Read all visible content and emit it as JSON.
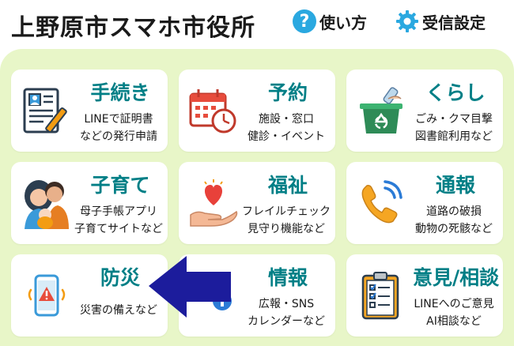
{
  "header": {
    "title": "上野原市スマホ市役所",
    "help_label": "使い方",
    "help_glyph": "?",
    "settings_label": "受信設定"
  },
  "tiles": [
    {
      "title": "手続き",
      "desc1": "LINEで証明書",
      "desc2": "などの発行申請",
      "icon": "document-pen-icon"
    },
    {
      "title": "予約",
      "desc1": "施設・窓口",
      "desc2": "健診・イベント",
      "icon": "calendar-clock-icon"
    },
    {
      "title": "くらし",
      "desc1": "ごみ・クマ目撃",
      "desc2": "図書館利用など",
      "icon": "recycle-bin-icon"
    },
    {
      "title": "子育て",
      "desc1": "母子手帳アプリ",
      "desc2": "子育てサイトなど",
      "icon": "parent-child-icon"
    },
    {
      "title": "福祉",
      "desc1": "フレイルチェック",
      "desc2": "見守り機能など",
      "icon": "heart-hand-icon"
    },
    {
      "title": "通報",
      "desc1": "道路の破損",
      "desc2": "動物の死骸など",
      "icon": "phone-call-icon"
    },
    {
      "title": "防災",
      "desc1": "災害の備えなど",
      "desc2": "",
      "icon": "phone-alert-icon"
    },
    {
      "title": "情報",
      "desc1": "広報・SNS",
      "desc2": "カレンダーなど",
      "icon": "info-icon"
    },
    {
      "title": "意見/相談",
      "desc1": "LINEへのご意見",
      "desc2": "AI相談など",
      "icon": "checklist-clipboard-icon"
    }
  ],
  "colors": {
    "accent_teal": "#007f86",
    "background_green": "#e8f6c8",
    "arrow_blue": "#1c1c9c",
    "help_blue": "#2aa8e0"
  }
}
